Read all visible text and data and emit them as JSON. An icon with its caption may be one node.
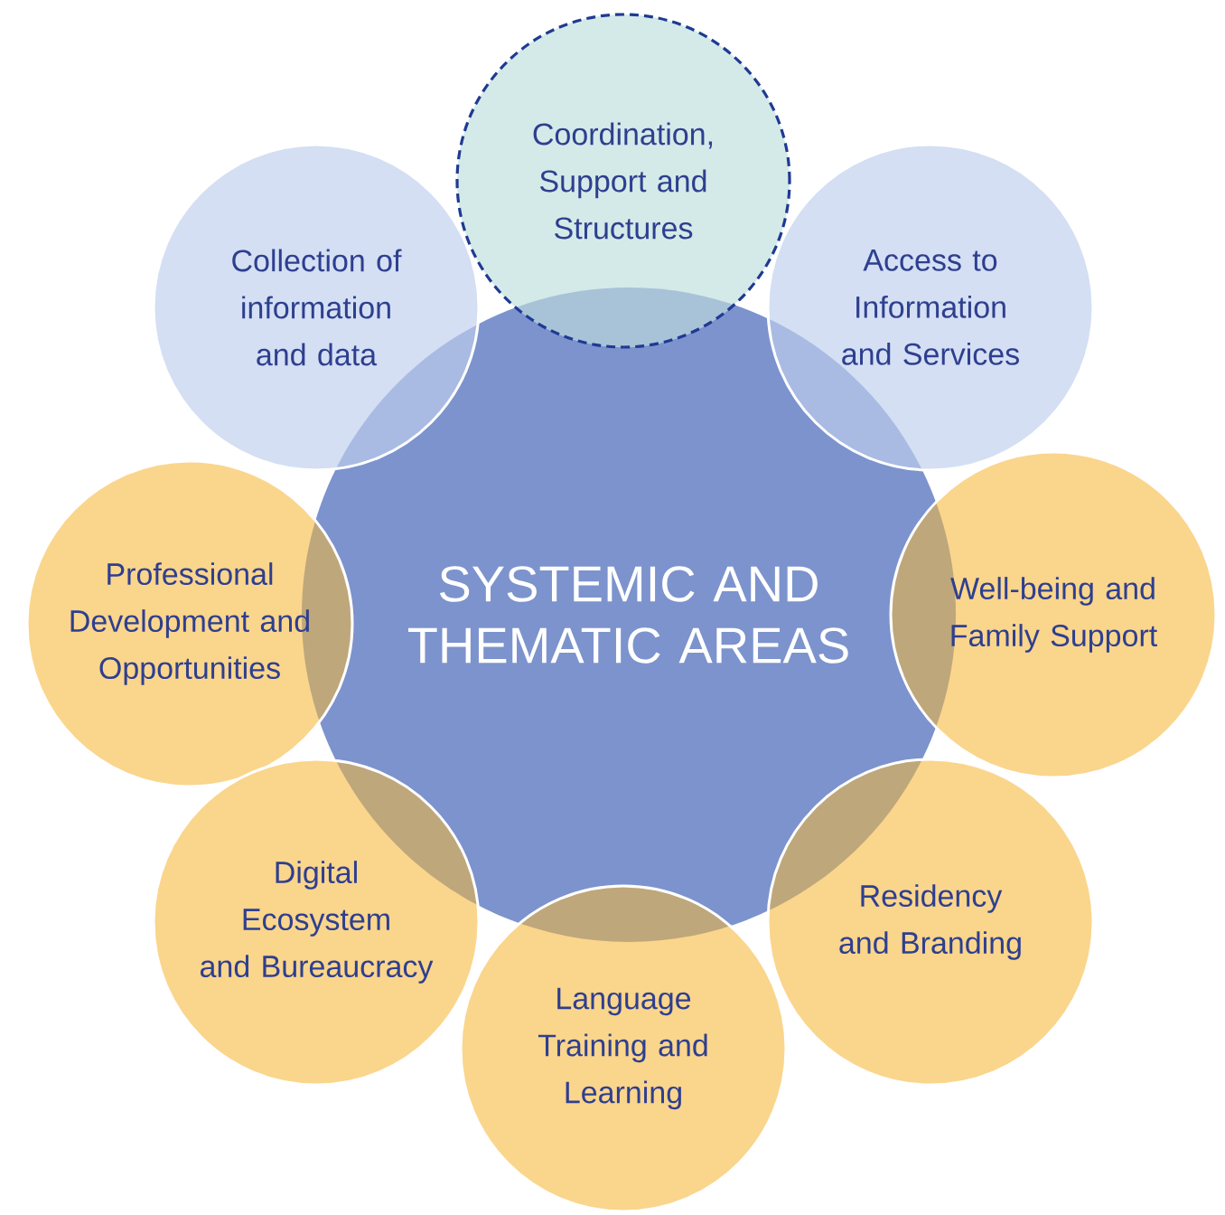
{
  "diagram": {
    "nodes": [
      {
        "text": [
          "SYSTEMIC AND THEMATIC AREAS"
        ]
      },
      {
        "text": [
          "Coordination, Support and Structures"
        ]
      },
      {
        "text": [
          "Collection of information and data"
        ]
      },
      {
        "text": [
          "Access to Information and Services"
        ]
      },
      {
        "text": [
          "Professional Development and Opportunities"
        ]
      },
      {
        "text": [
          "Well-being and Family Support"
        ]
      },
      {
        "text": [
          "Digital Ecosystem and Bureaucracy"
        ]
      },
      {
        "text": [
          "Residency and Branding"
        ]
      },
      {
        "text": [
          "Language Training and Learning"
        ]
      }
    ]
  }
}
